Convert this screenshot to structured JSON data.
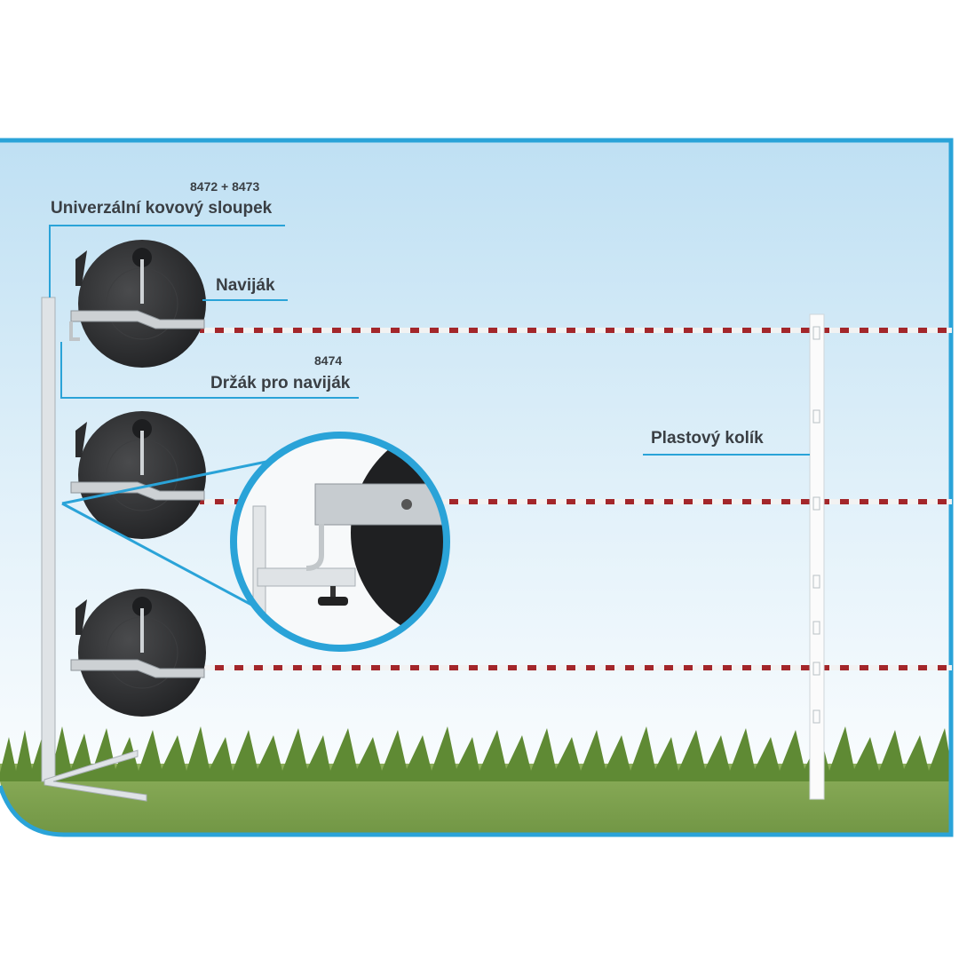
{
  "labels": {
    "post_code": "8472 + 8473",
    "post_name": "Univerzální kovový sloupek",
    "reel": "Naviják",
    "holder_code": "8474",
    "holder_name": "Držák pro naviják",
    "plastic_post": "Plastový kolík"
  },
  "colors": {
    "frame": "#2aa3d8",
    "tape_red": "#a3262a",
    "grass": "#6f9a45",
    "reel": "#2e2f31"
  }
}
